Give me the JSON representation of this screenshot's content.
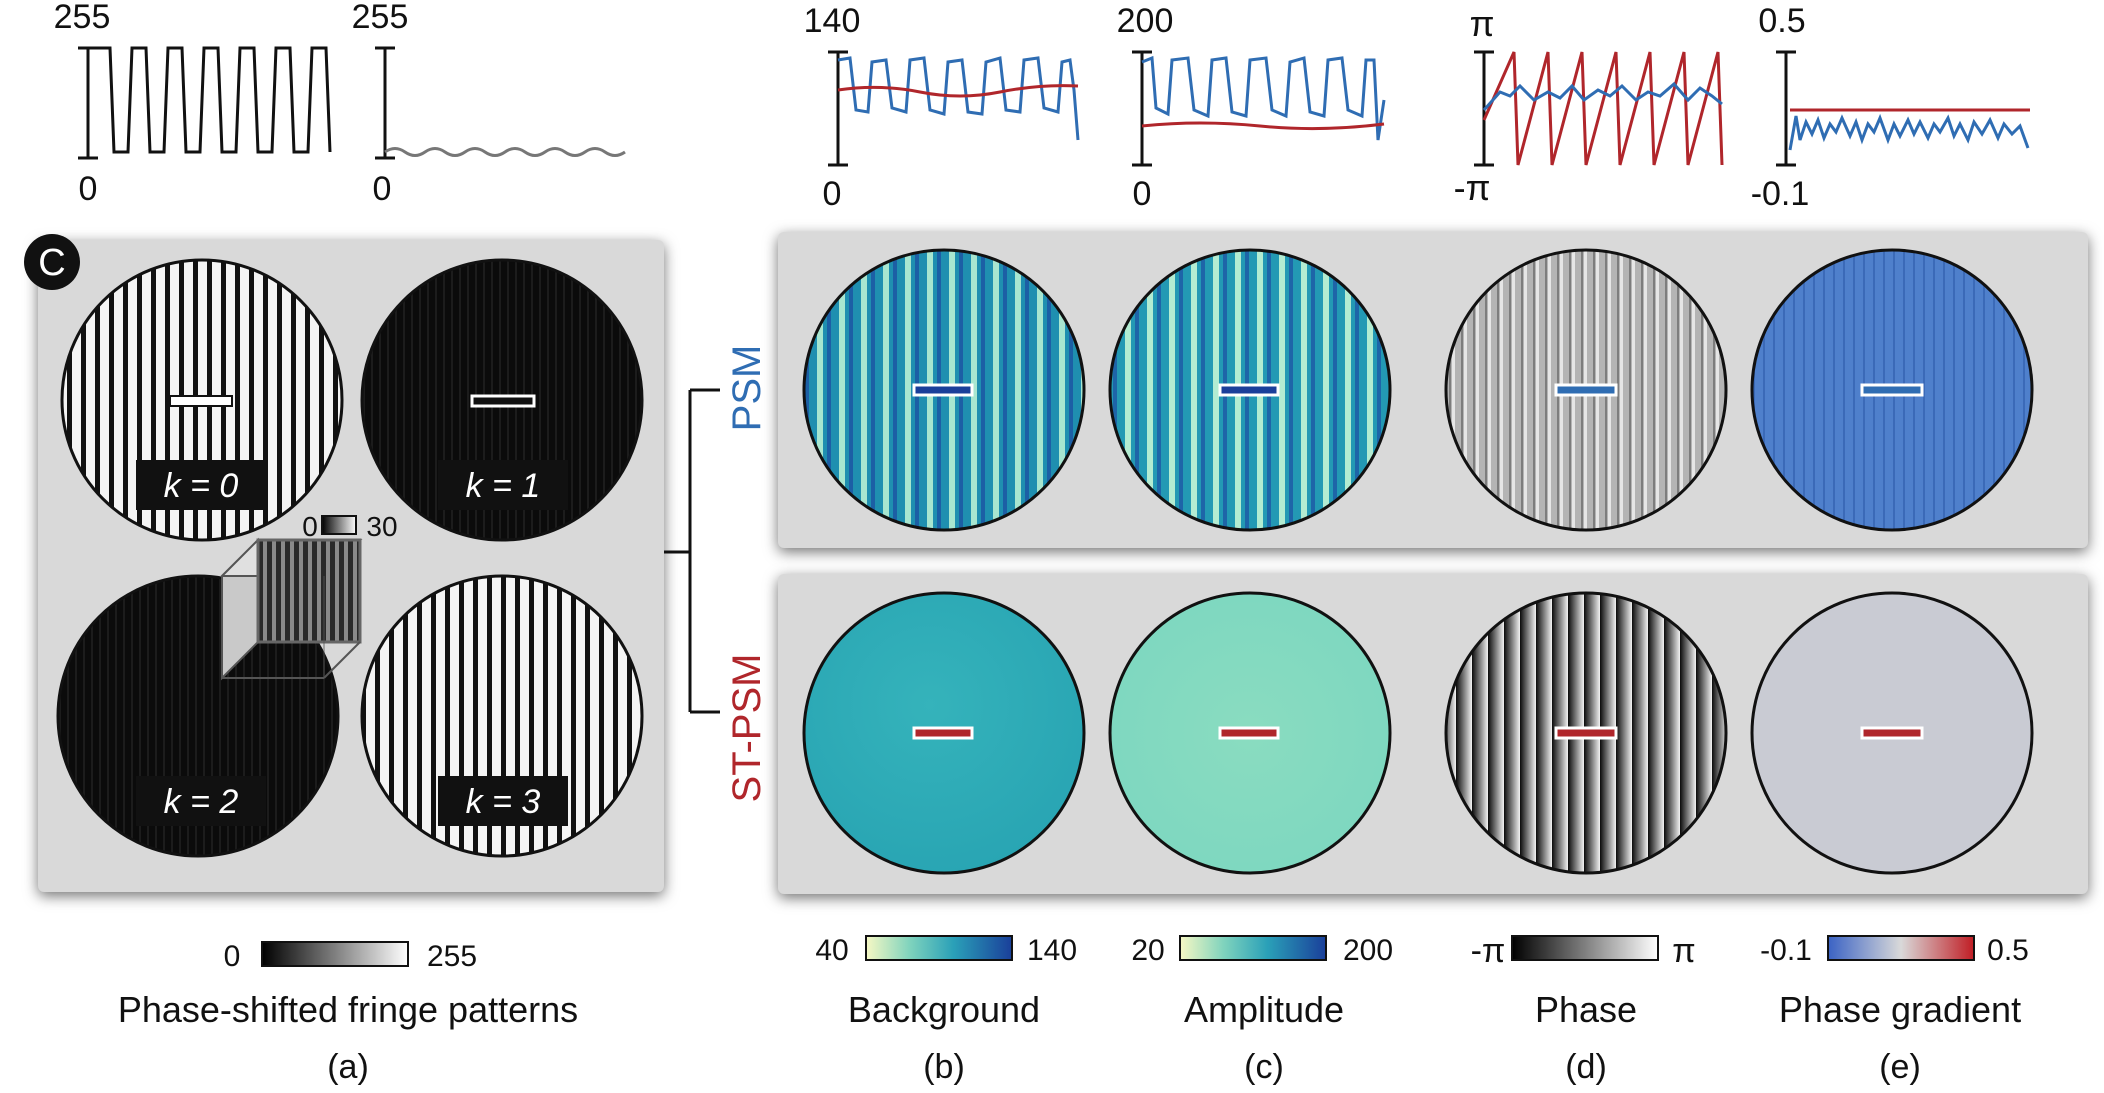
{
  "badge": "C",
  "fringe_labels": [
    "k = 0",
    "k = 1",
    "k = 2",
    "k = 3"
  ],
  "inset_scale": {
    "min": "0",
    "max": "30"
  },
  "method_labels": {
    "top": "PSM",
    "bottom": "ST-PSM"
  },
  "top_plots": {
    "a1": {
      "max": "255",
      "min": "0"
    },
    "a2": {
      "max": "255",
      "min": "0"
    },
    "b": {
      "max": "140",
      "min": "0"
    },
    "c": {
      "max": "200",
      "min": "0"
    },
    "d": {
      "max": "π",
      "min": "-π"
    },
    "e": {
      "max": "0.5",
      "min": "-0.1"
    }
  },
  "colorbars": {
    "a": {
      "min": "0",
      "max": "255"
    },
    "b": {
      "min": "40",
      "max": "140"
    },
    "c": {
      "min": "20",
      "max": "200"
    },
    "d": {
      "min": "-π",
      "max": "π"
    },
    "e": {
      "min": "-0.1",
      "max": "0.5"
    }
  },
  "captions": {
    "a": {
      "title": "Phase-shifted fringe patterns",
      "letter": "(a)"
    },
    "b": {
      "title": "Background",
      "letter": "(b)"
    },
    "c": {
      "title": "Amplitude",
      "letter": "(c)"
    },
    "d": {
      "title": "Phase",
      "letter": "(d)"
    },
    "e": {
      "title": "Phase gradient",
      "letter": "(e)"
    }
  },
  "colors": {
    "psm_blue": "#2f6db3",
    "stpsm_red": "#b0262b",
    "panel_gray": "#d9d9d9"
  }
}
